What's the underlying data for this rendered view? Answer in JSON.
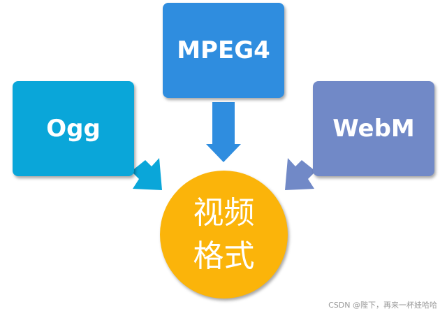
{
  "nodes": {
    "ogg": {
      "label": "Ogg",
      "color": "#0aa6d9"
    },
    "mpeg4": {
      "label": "MPEG4",
      "color": "#2f8ddf"
    },
    "webm": {
      "label": "WebM",
      "color": "#7189c7"
    }
  },
  "center": {
    "line1": "视频",
    "line2": "格式",
    "color": "#fbb40a"
  },
  "watermark": "CSDN @陛下，再来一杯娃哈哈"
}
